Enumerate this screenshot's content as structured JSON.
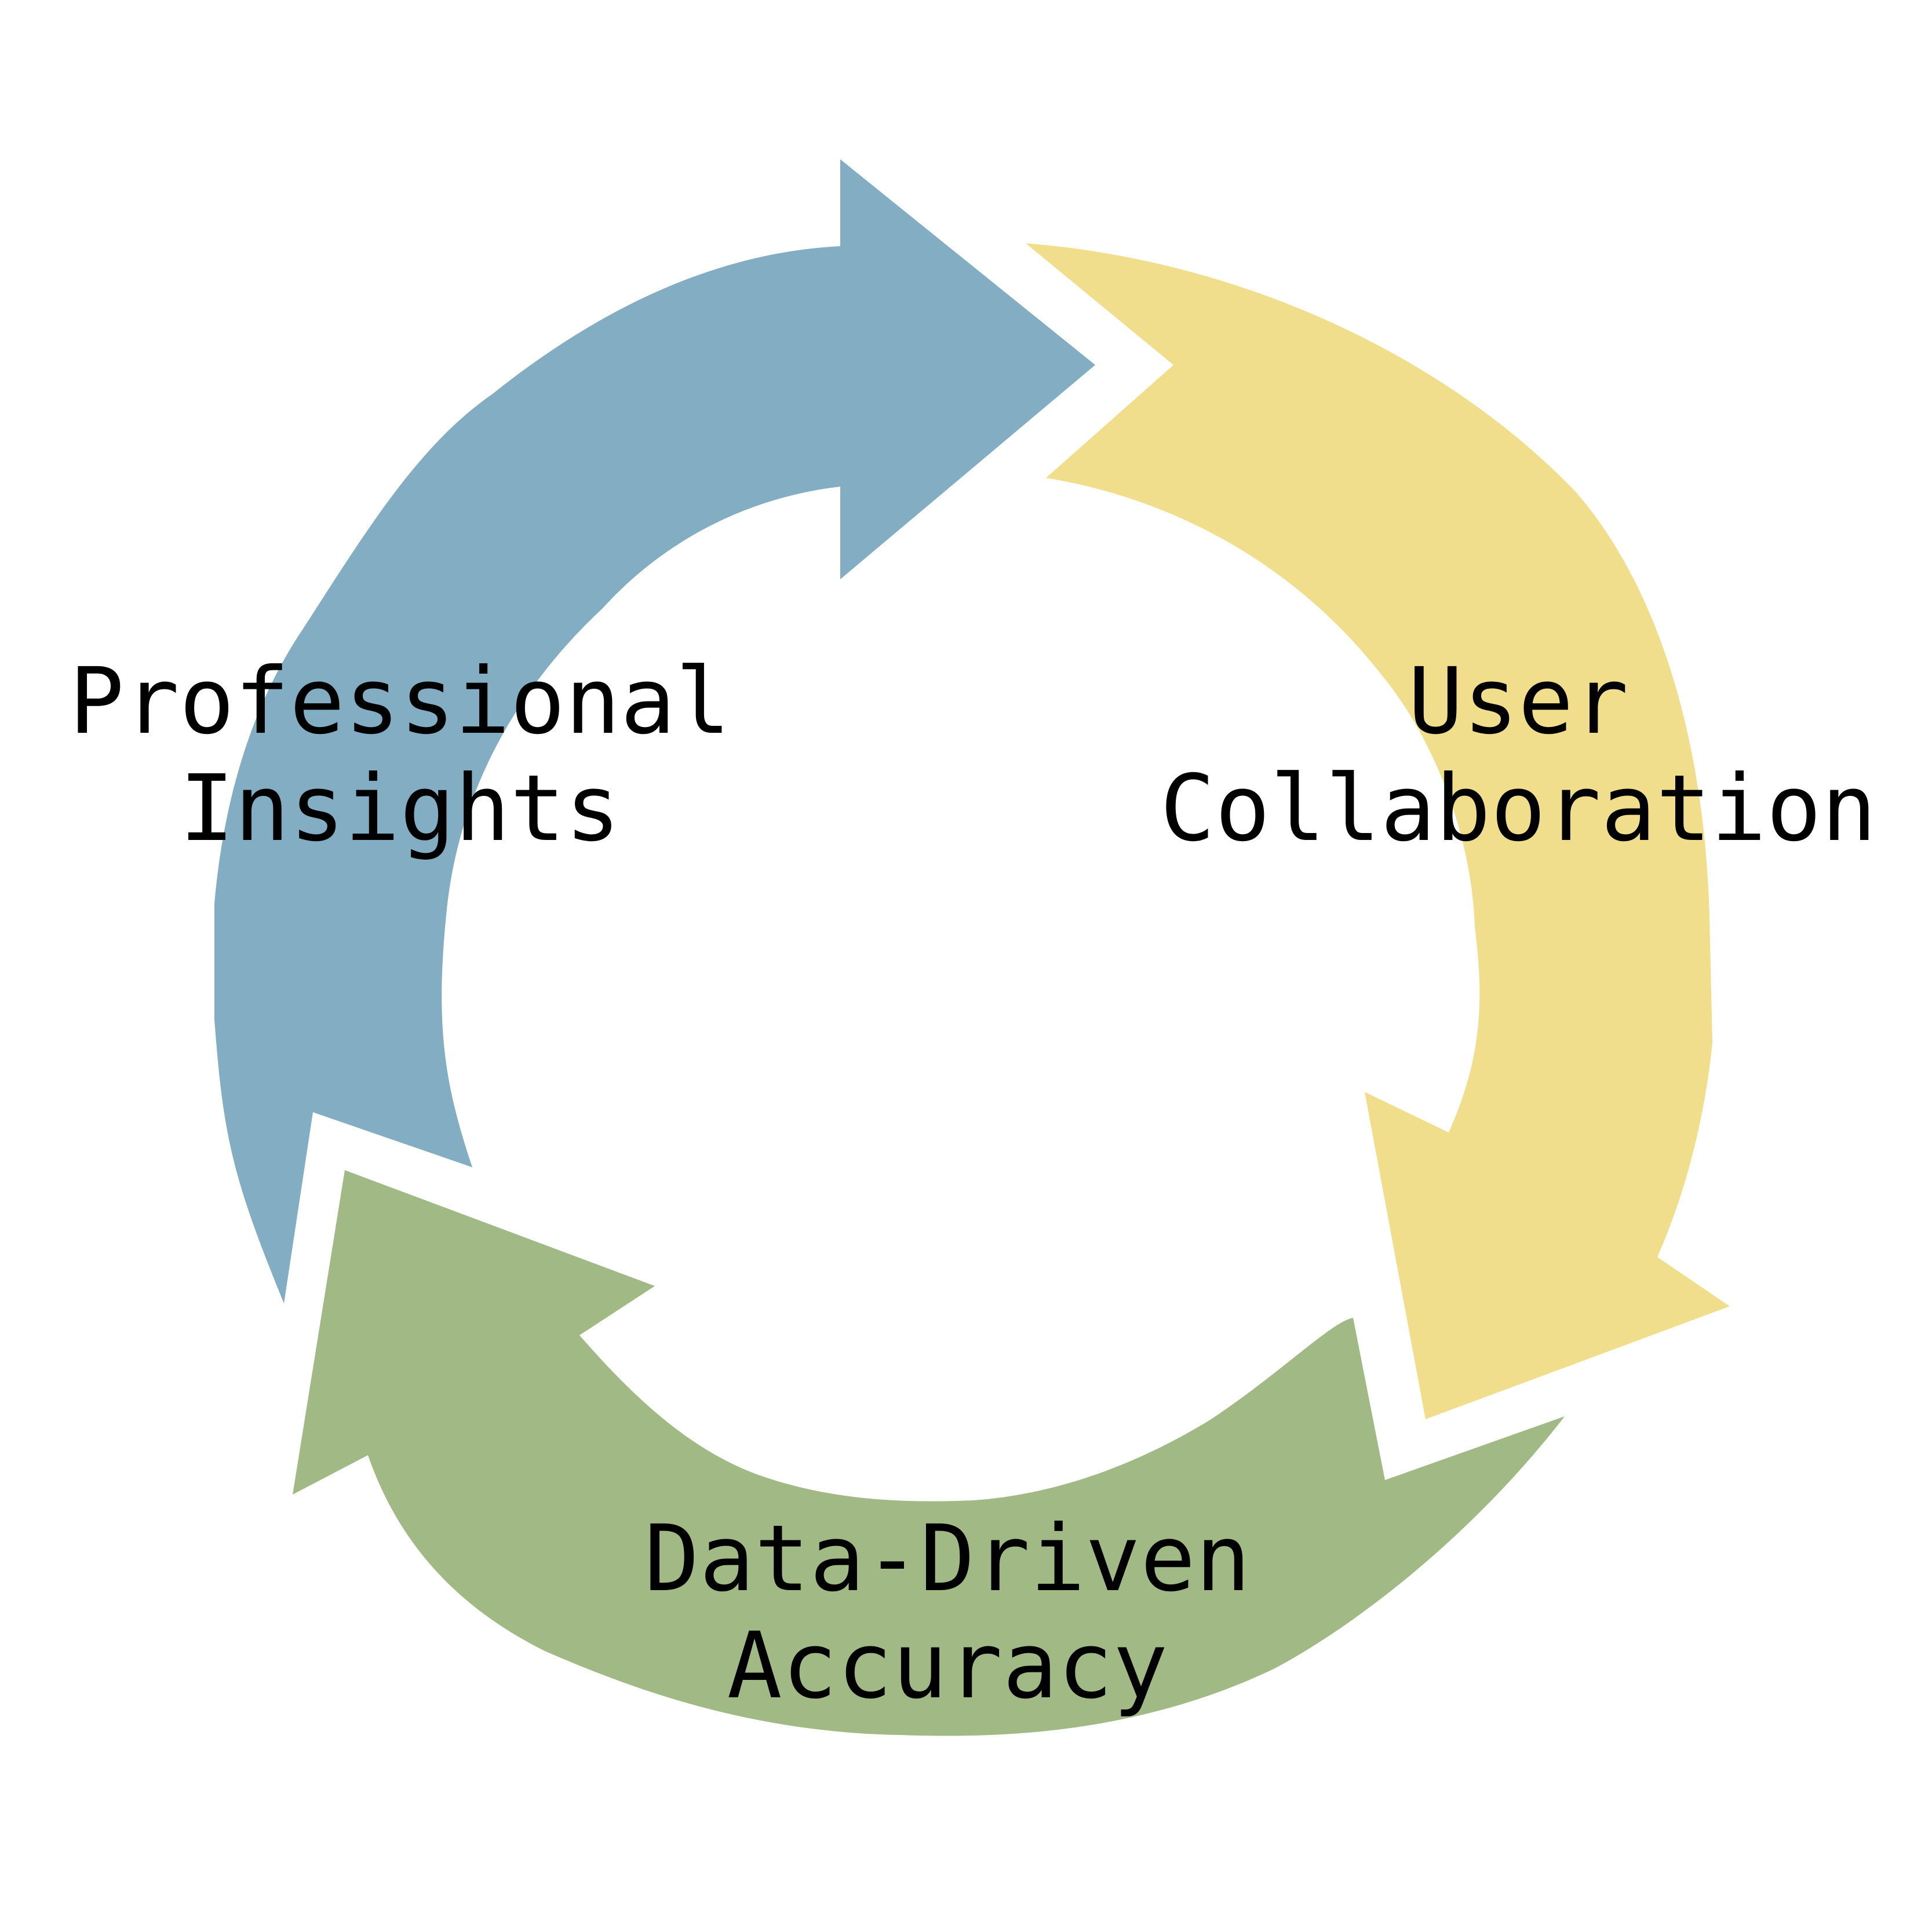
{
  "diagram": {
    "type": "cycle",
    "stages": [
      {
        "id": "professional-insights",
        "lines": [
          "Professional",
          "Insights"
        ],
        "color": "#83adc2"
      },
      {
        "id": "user-collaboration",
        "lines": [
          "User",
          "Collaboration"
        ],
        "color": "#f1de8c"
      },
      {
        "id": "data-driven-accuracy",
        "lines": [
          "Data-Driven",
          "Accuracy"
        ],
        "color": "#a0b985"
      }
    ]
  }
}
